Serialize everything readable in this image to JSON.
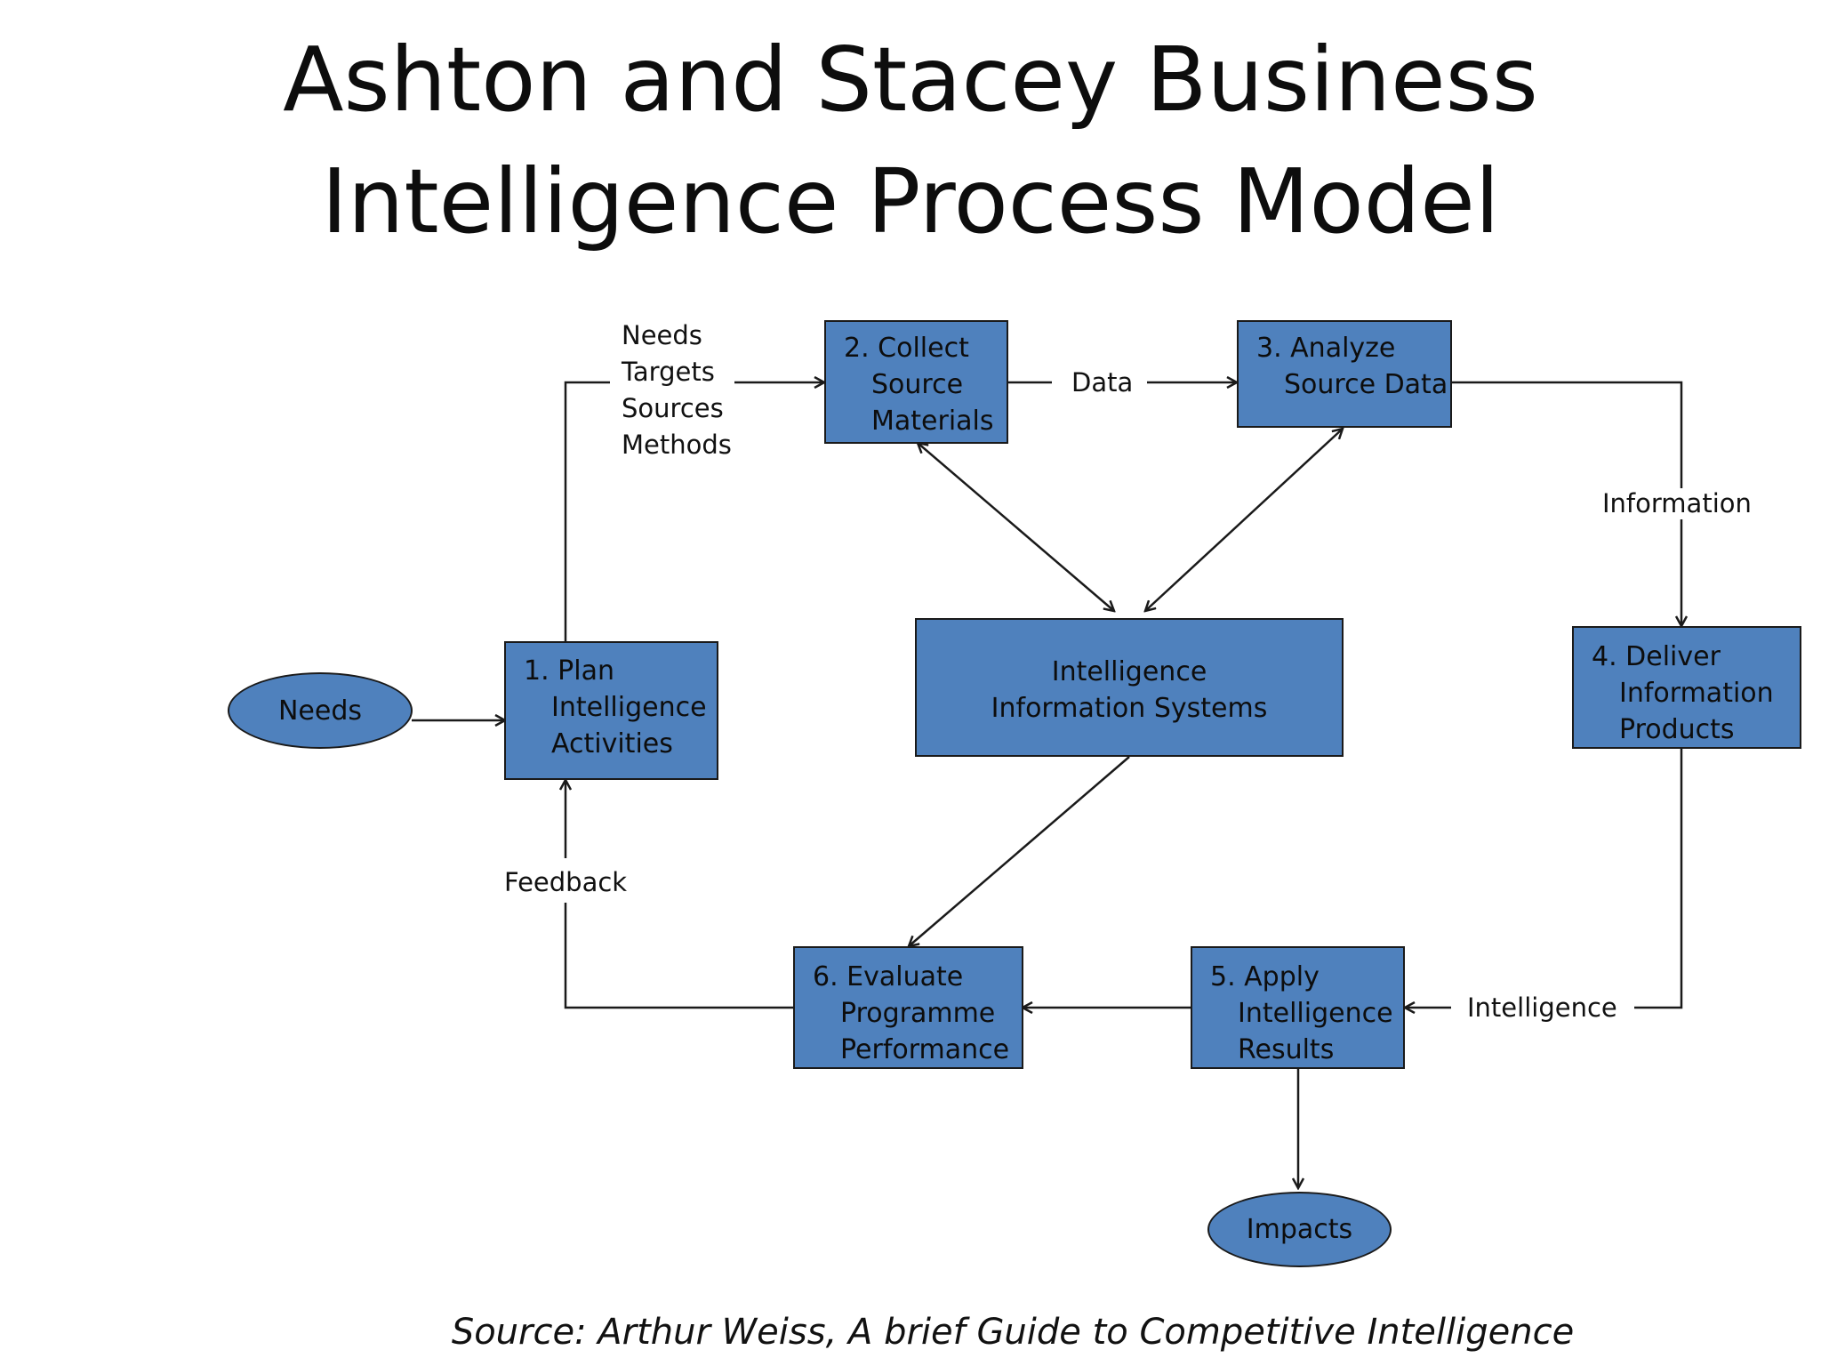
{
  "title": {
    "line1": "Ashton and Stacey Business",
    "line2": "Intelligence Process Model"
  },
  "nodes": {
    "needs": "Needs",
    "plan": [
      "1. Plan",
      "Intelligence",
      "Activities"
    ],
    "collect": [
      "2. Collect",
      "Source",
      "Materials"
    ],
    "analyze": [
      "3. Analyze",
      "Source Data"
    ],
    "deliver": [
      "4. Deliver",
      "Information",
      "Products"
    ],
    "apply": [
      "5. Apply",
      "Intelligence",
      "Results"
    ],
    "evaluate": [
      "6. Evaluate",
      "Programme",
      "Performance"
    ],
    "systems": [
      "Intelligence",
      "Information Systems"
    ],
    "impacts": "Impacts"
  },
  "labels": {
    "plan_outputs": [
      "Needs",
      "Targets",
      "Sources",
      "Methods"
    ],
    "data": "Data",
    "information": "Information",
    "intelligence": "Intelligence",
    "feedback": "Feedback"
  },
  "source": "Source: Arthur Weiss, A brief Guide to Competitive Intelligence",
  "colors": {
    "box_fill": "#4f81bd",
    "outline": "#1a1a1a"
  }
}
